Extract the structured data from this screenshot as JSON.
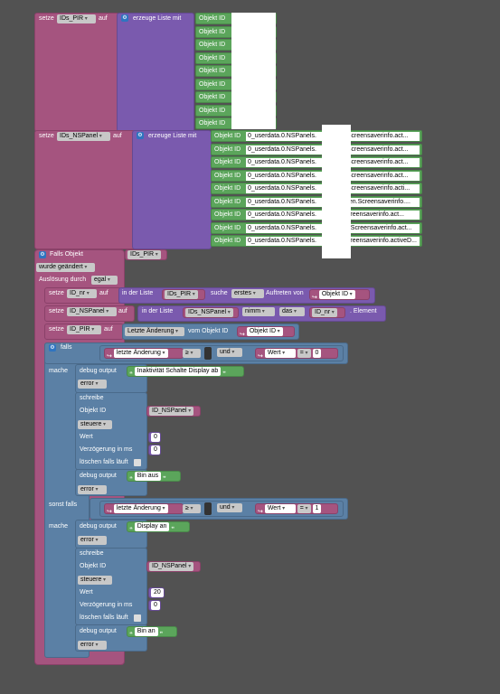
{
  "b1": {
    "kw_set": "setze",
    "var": "IDs_PIR",
    "kw_on": "auf",
    "kw_list": "erzeuge Liste mit",
    "item": "Objekt ID",
    "count": 9
  },
  "b2": {
    "kw_set": "setze",
    "var": "IDs_NSPanel",
    "kw_on": "auf",
    "kw_list": "erzeuge Liste mit",
    "item": "Objekt ID",
    "values": [
      "0_userdata.0.NSPanels.",
      "0_userdata.0.NSPanels.",
      "0_userdata.0.NSPanels.",
      "0_userdata.0.NSPanels.",
      "0_userdata.0.NSPanels.",
      "0_userdata.0.NSPanels.",
      "0_userdata.0.NSPanels.",
      "0_userdata.0.NSPanels.",
      "0_userdata.0.NSPanels."
    ],
    "tails": [
      "Screensaverinfo.act...",
      "Screensaverinfo.act...",
      "Screensaverinfo.act...",
      "Screensaverinfo.act...",
      "Screensaverinfo.acti...",
      "ten.Screensaverinfo....",
      "creensaverinfo.act...",
      "r.Screensaverinfo.act...",
      "creensaverinfo.activeD..."
    ]
  },
  "trigger": {
    "label": "Falls Objekt",
    "var": "IDs_PIR",
    "mode": "wurde geändert",
    "cause_label": "Auslösung durch",
    "cause": "egal"
  },
  "nr": {
    "kw_set": "setze",
    "var": "ID_nr",
    "kw_on": "auf",
    "in_list": "in der Liste",
    "list": "IDs_PIR",
    "search": "suche",
    "which": "erstes",
    "occ": "Auftreten von",
    "obj": "Objekt ID"
  },
  "ns": {
    "kw_set": "setze",
    "var": "ID_NSPanel",
    "kw_on": "auf",
    "in_list": "in der Liste",
    "list": "IDs_NSPanel",
    "take": "nimm",
    "das": "das",
    "idx": "ID_nr",
    "elem": ". Element"
  },
  "pir": {
    "kw_set": "setze",
    "var": "ID_PIR",
    "kw_on": "auf",
    "last": "Letzte Änderung",
    "from": "vom Objekt ID",
    "obj": "Objekt ID"
  },
  "ifblk": {
    "falls": "falls",
    "mache": "mache",
    "sonst": "sonst falls",
    "mache2": "mache"
  },
  "cond1": {
    "left": "letzte Änderung",
    "op": "≥",
    "and": "und",
    "var": "Wert",
    "eq": "=",
    "num": "0"
  },
  "cond2": {
    "left": "letzte Änderung",
    "op": "≥",
    "and": "und",
    "var": "Wert",
    "eq": "=",
    "num": "1"
  },
  "dbg1": {
    "label": "debug output",
    "text": "Inaktivität Schalte Display ab",
    "level": "error"
  },
  "w1": {
    "label": "schreibe",
    "obj": "Objekt ID",
    "var": "ID_NSPanel",
    "mode": "steuere",
    "wert": "Wert",
    "val": "0",
    "delay": "Verzögerung in ms",
    "delayval": "0",
    "clear": "löschen falls läuft"
  },
  "dbg2": {
    "label": "debug output",
    "text": "Bin aus",
    "level": "error"
  },
  "dbg3": {
    "label": "debug output",
    "text": "Display an",
    "level": "error"
  },
  "w2": {
    "label": "schreibe",
    "obj": "Objekt ID",
    "var": "ID_NSPanel",
    "mode": "steuere",
    "wert": "Wert",
    "val": "20",
    "delay": "Verzögerung in ms",
    "delayval": "0",
    "clear": "löschen falls läuft"
  },
  "dbg4": {
    "label": "debug output",
    "text": "Bin an",
    "level": "error"
  }
}
